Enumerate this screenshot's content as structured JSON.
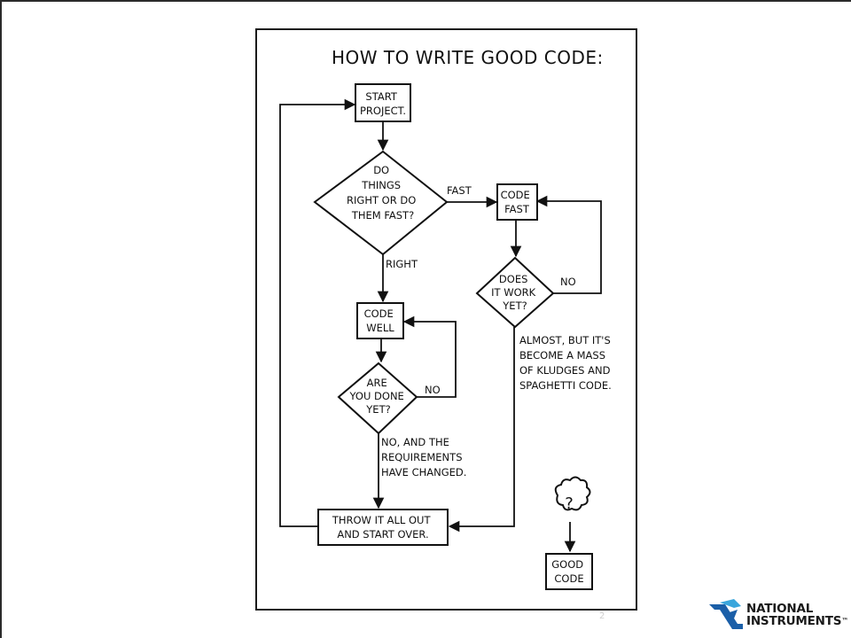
{
  "comic": {
    "title": "HOW TO WRITE GOOD CODE:",
    "nodes": {
      "start": [
        "START",
        "PROJECT."
      ],
      "decision_fast_right": [
        "DO",
        "THINGS",
        "RIGHT OR DO",
        "THEM FAST?"
      ],
      "code_fast": [
        "CODE",
        "FAST"
      ],
      "does_it_work": [
        "DOES",
        "IT WORK",
        "YET?"
      ],
      "code_well": [
        "CODE",
        "WELL"
      ],
      "are_you_done": [
        "ARE",
        "YOU DONE",
        "YET?"
      ],
      "throw_out": [
        "THROW IT ALL OUT",
        "AND START OVER."
      ],
      "question": "?",
      "good_code": [
        "GOOD",
        "CODE"
      ]
    },
    "edge_labels": {
      "fast": "FAST",
      "right": "RIGHT",
      "no_works": "NO",
      "no_done": "NO",
      "almost": [
        "ALMOST, BUT IT'S",
        "BECOME A MASS",
        "OF KLUDGES AND",
        "SPAGHETTI CODE."
      ],
      "requirements": [
        "NO, AND THE",
        "REQUIREMENTS",
        "HAVE CHANGED."
      ]
    }
  },
  "footer": {
    "page_number": "2",
    "logo_line1": "NATIONAL",
    "logo_line2": "INSTRUMENTS",
    "logo_tm": "™"
  },
  "colors": {
    "ink": "#111111",
    "logo_blue": "#1b5fa8",
    "logo_cyan": "#3aa6dc"
  }
}
